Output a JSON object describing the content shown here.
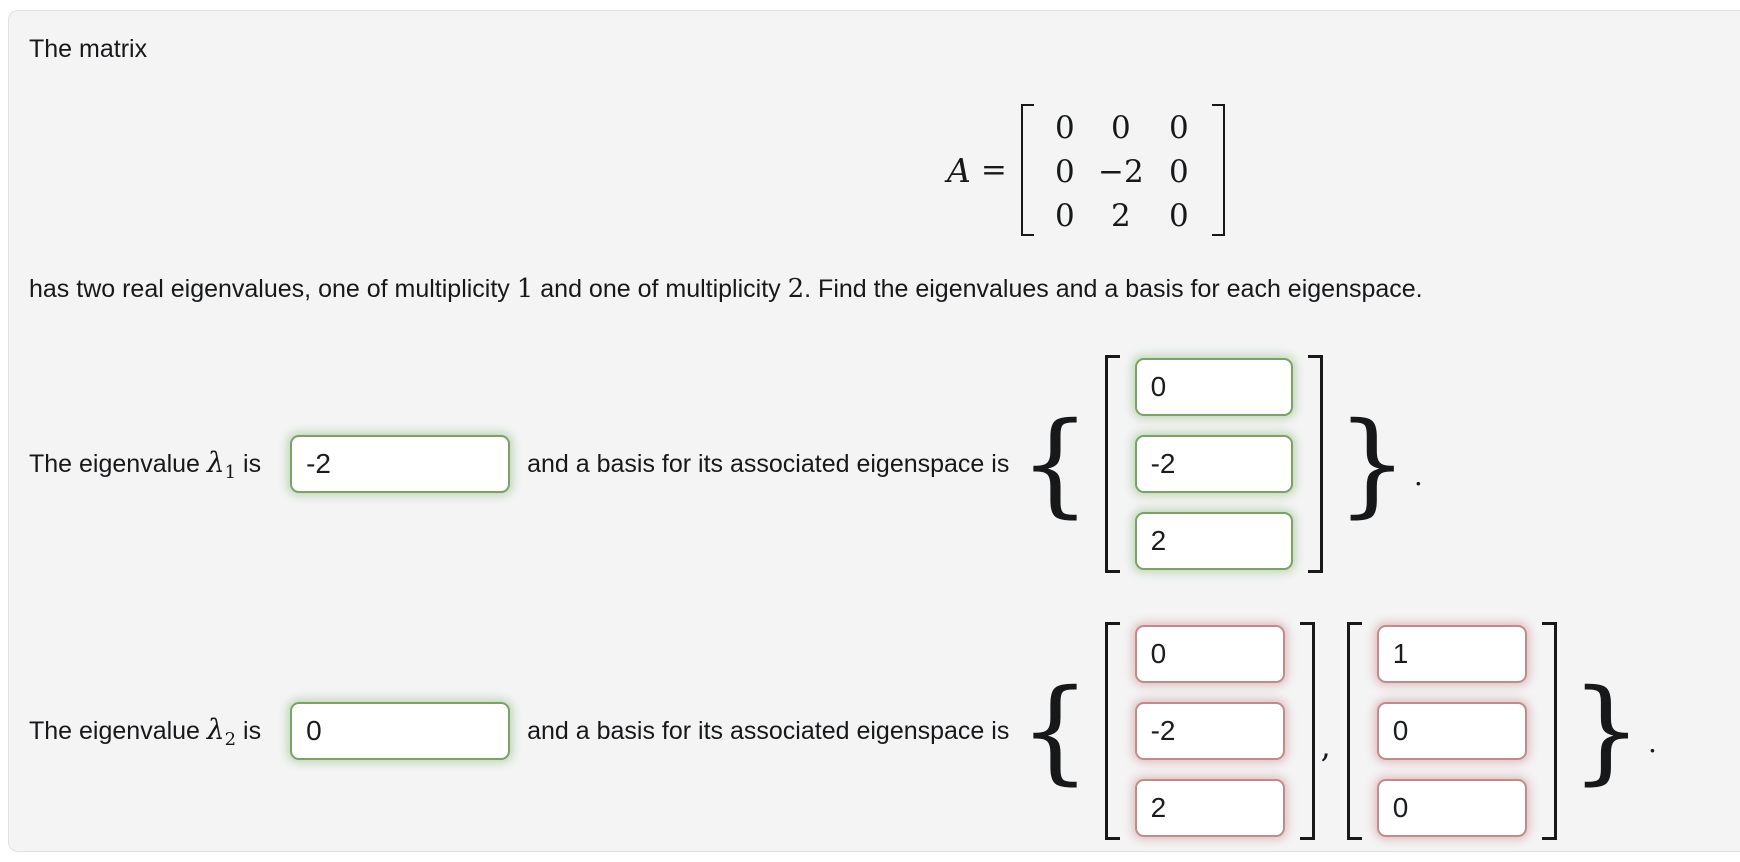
{
  "problem": {
    "intro": "The matrix",
    "matrix": {
      "name": "A",
      "equals": "=",
      "rows": [
        [
          "0",
          "0",
          "0"
        ],
        [
          "0",
          "−2",
          "0"
        ],
        [
          "0",
          "2",
          "0"
        ]
      ]
    },
    "statement": {
      "s1": "has two real eigenvalues, one of multiplicity ",
      "m1": "1",
      "s2": " and one of multiplicity ",
      "m2": "2",
      "s3": ". Find the eigenvalues and a basis for each eigenspace."
    },
    "row1": {
      "label_prefix": "The eigenvalue ",
      "lambda": "λ",
      "lambda_sub": "1",
      "label_suffix": " is",
      "eigenvalue": {
        "value": "-2",
        "status": "correct"
      },
      "basis_label": "and a basis for its associated eigenspace is",
      "open_brace": "{",
      "vector1": {
        "status": "correct",
        "entries": [
          "0",
          "-2",
          "2"
        ]
      },
      "close_brace": "}",
      "period": "."
    },
    "row2": {
      "label_prefix": "The eigenvalue ",
      "lambda": "λ",
      "lambda_sub": "2",
      "label_suffix": " is",
      "eigenvalue": {
        "value": "0",
        "status": "correct"
      },
      "basis_label": "and a basis for its associated eigenspace is",
      "open_brace": "{",
      "vector1": {
        "status": "incorrect",
        "entries": [
          "0",
          "-2",
          "2"
        ]
      },
      "comma": ",",
      "vector2": {
        "status": "incorrect",
        "entries": [
          "1",
          "0",
          "0"
        ]
      },
      "close_brace": "}",
      "period": "."
    },
    "colors": {
      "correct_border": "#7aa265",
      "incorrect_border": "#c18b8b",
      "panel_background": "#f4f4f5"
    }
  }
}
